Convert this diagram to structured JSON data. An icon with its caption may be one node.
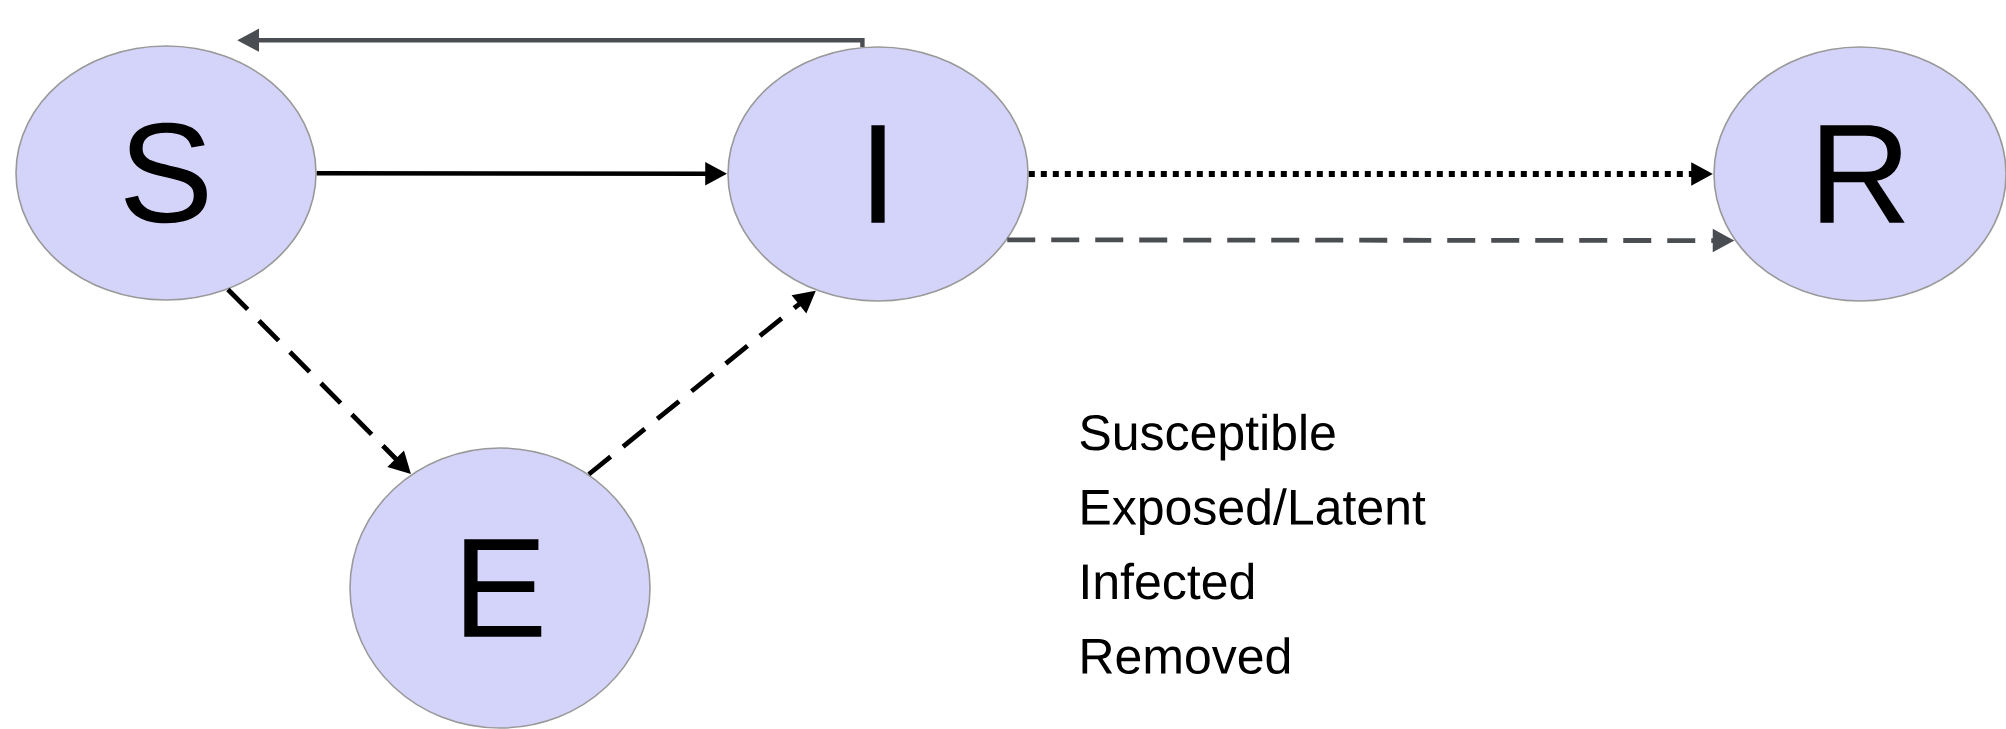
{
  "diagram": {
    "nodes": [
      {
        "text": [
          "S"
        ]
      },
      {
        "text": [
          "I"
        ]
      },
      {
        "text": [
          "R"
        ]
      },
      {
        "text": [
          "E"
        ]
      }
    ],
    "edges": [
      {
        "from": 1,
        "to": 0,
        "arrow": "to",
        "color": "#4a4d52"
      },
      {
        "from": 0,
        "to": 1,
        "arrow": "to"
      },
      {
        "from": 0,
        "to": 3,
        "arrow": "to",
        "style": "dashed"
      },
      {
        "from": 3,
        "to": 1,
        "arrow": "to",
        "style": "dashed"
      },
      {
        "from": 1,
        "to": 2,
        "arrow": "to",
        "style": "dashed"
      },
      {
        "from": 1,
        "to": 2,
        "arrow": "to",
        "style": "dashed",
        "color": "#4a4d52"
      }
    ],
    "labels": [
      "Susceptible",
      "Exposed/Latent",
      "Infected",
      "Removed"
    ]
  }
}
